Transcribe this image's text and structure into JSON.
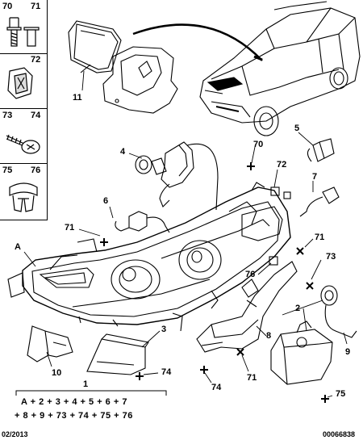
{
  "side_parts": [
    {
      "top": "70",
      "bottom": "71",
      "icon": "screw-washer-icon"
    },
    {
      "top": "72",
      "icon": "clip-nut-icon"
    },
    {
      "top": "73",
      "bottom": "74",
      "icon": "self-tapping-screw-icon"
    },
    {
      "top": "75",
      "bottom": "76",
      "icon": "rivet-clip-icon"
    }
  ],
  "callouts": {
    "c11": "11",
    "c4": "4",
    "c70": "70",
    "c5": "5",
    "c72": "72",
    "c7": "7",
    "c6": "6",
    "c71a": "71",
    "c71b": "71",
    "cA": "A",
    "c76": "76",
    "c73": "73",
    "c2": "2",
    "c8": "8",
    "c3": "3",
    "c10": "10",
    "c9": "9",
    "c71c": "71",
    "c74a": "74",
    "c74b": "74",
    "c75": "75",
    "c1": "1"
  },
  "formula": {
    "line1": "A + 2 + 3 + 4 + 5 + 6 + 7",
    "line2": "+ 8 + 9 + 73 + 74 + 75 + 76"
  },
  "footer": {
    "date": "02/2013",
    "ref": "00066838"
  }
}
